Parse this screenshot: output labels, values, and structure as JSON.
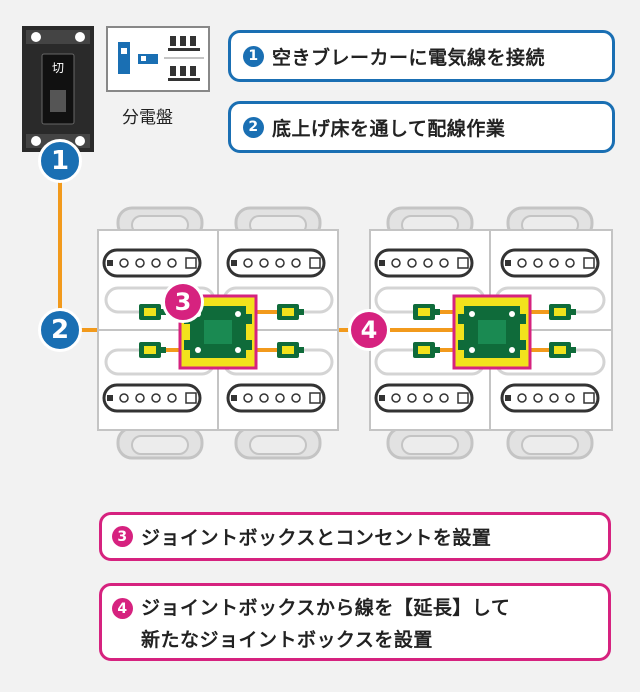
{
  "breaker": {
    "label": "切"
  },
  "panel": {
    "label": "分電盤"
  },
  "steps": [
    {
      "num": "1",
      "text": "空きブレーカーに電気線を接続"
    },
    {
      "num": "2",
      "text": "底上げ床を通して配線作業"
    },
    {
      "num": "3",
      "text": "ジョイントボックスとコンセントを設置"
    },
    {
      "num": "4",
      "line1": "ジョイントボックスから線を【延長】して",
      "line2": "新たなジョイントボックスを設置"
    }
  ],
  "colors": {
    "blue": "#1a6fb3",
    "pink": "#d6227f",
    "orange": "#f29a1c",
    "green": "#0f6b3a",
    "yellow": "#f2e21c"
  }
}
